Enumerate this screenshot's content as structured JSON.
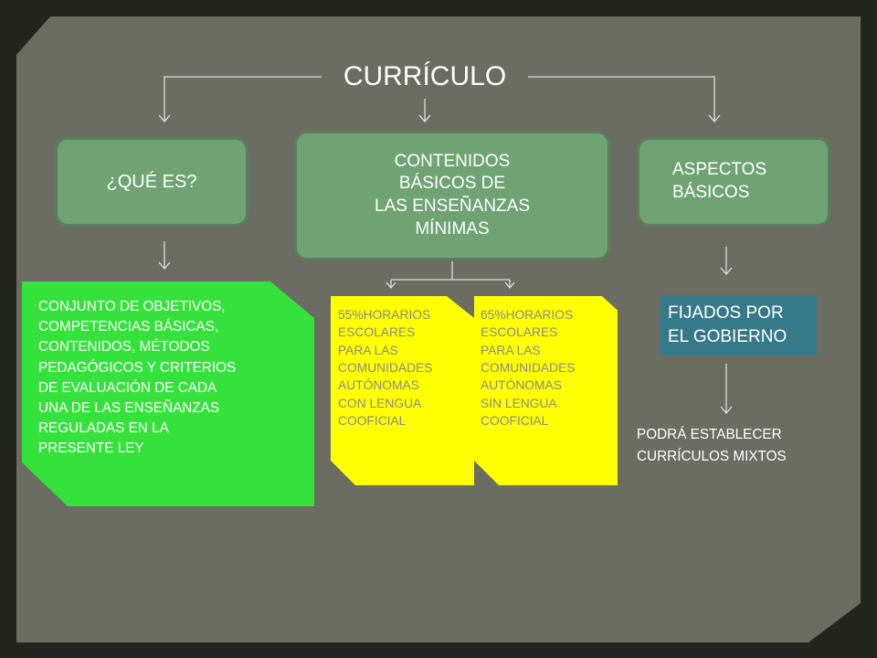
{
  "title": "CURRÍCULO",
  "nodes": {
    "que_es": "¿QUÉ ES?",
    "contenidos": "CONTENIDOS\nBÁSICOS DE\nLAS ENSEÑANZAS\nMÍNIMAS",
    "aspectos": "ASPECTOS\nBÁSICOS",
    "conjunto": "CONJUNTO DE OBJETIVOS,\nCOMPETENCIAS BÁSICAS,\nCONTENIDOS, MÉTODOS\nPEDAGÓGICOS Y CRITERIOS\nDE EVALUACIÓN DE CADA\nUNA DE LAS ENSEÑANZAS\nREGULADAS EN LA\nPRESENTE LEY",
    "horarios_55": "55%HORARIOS\nESCOLARES\nPARA LAS\nCOMUNIDADES\nAUTÓNOMAS\nCON LENGUA\nCOOFICIAL",
    "horarios_65": "65%HORARIOS\nESCOLARES\nPARA LAS\nCOMUNIDADES\nAUTÓNOMAS\nSIN LENGUA\nCOOFICIAL",
    "fijados": "FIJADOS POR\nEL GOBIERNO",
    "podra": "PODRÁ ESTABLECER\nCURRÍCULOS MIXTOS"
  },
  "colors": {
    "background": "#6b6d63",
    "frame": "#23251f",
    "green_box": "#6fa373",
    "bright_green": "#35e23c",
    "yellow": "#ffff00",
    "teal": "#367a8a",
    "connector": "#dddddd"
  }
}
